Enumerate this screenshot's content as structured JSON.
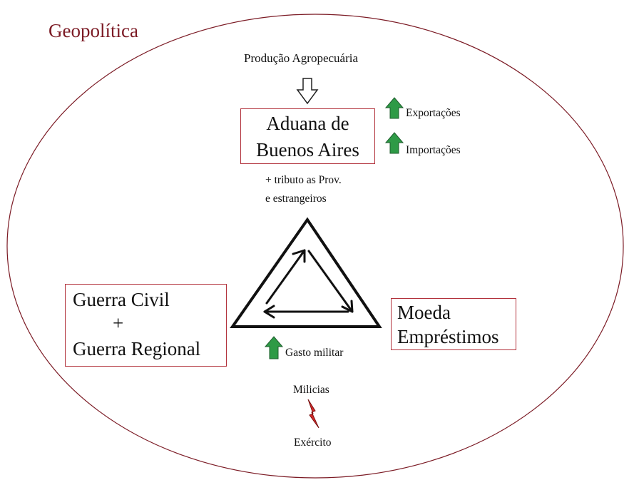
{
  "title": "Geopolítica",
  "input_label": "Produção Agropecuária",
  "customs": {
    "line1": "Aduana de",
    "line2": "Buenos Aires"
  },
  "indicators": {
    "exports": "Exportações",
    "imports": "Importações",
    "military": "Gasto militar"
  },
  "tribute": {
    "line1": "+ tributo as Prov.",
    "line2": "e estrangeiros"
  },
  "war": {
    "line1": "Guerra Civil",
    "line2": "+",
    "line3": "Guerra Regional"
  },
  "currency": {
    "line1": "Moeda",
    "line2": "Empréstimos"
  },
  "conflict": {
    "top": "Milicias",
    "bottom": "Exército"
  },
  "colors": {
    "title": "#7b1a24",
    "box_border": "#b2323c",
    "up_arrow": "#2e9a46",
    "bolt": "#d42a2a"
  },
  "icons": {
    "input_arrow": "hollow-down-arrow-icon",
    "increase": "green-up-arrow-icon",
    "conflict": "lightning-bolt-icon"
  }
}
